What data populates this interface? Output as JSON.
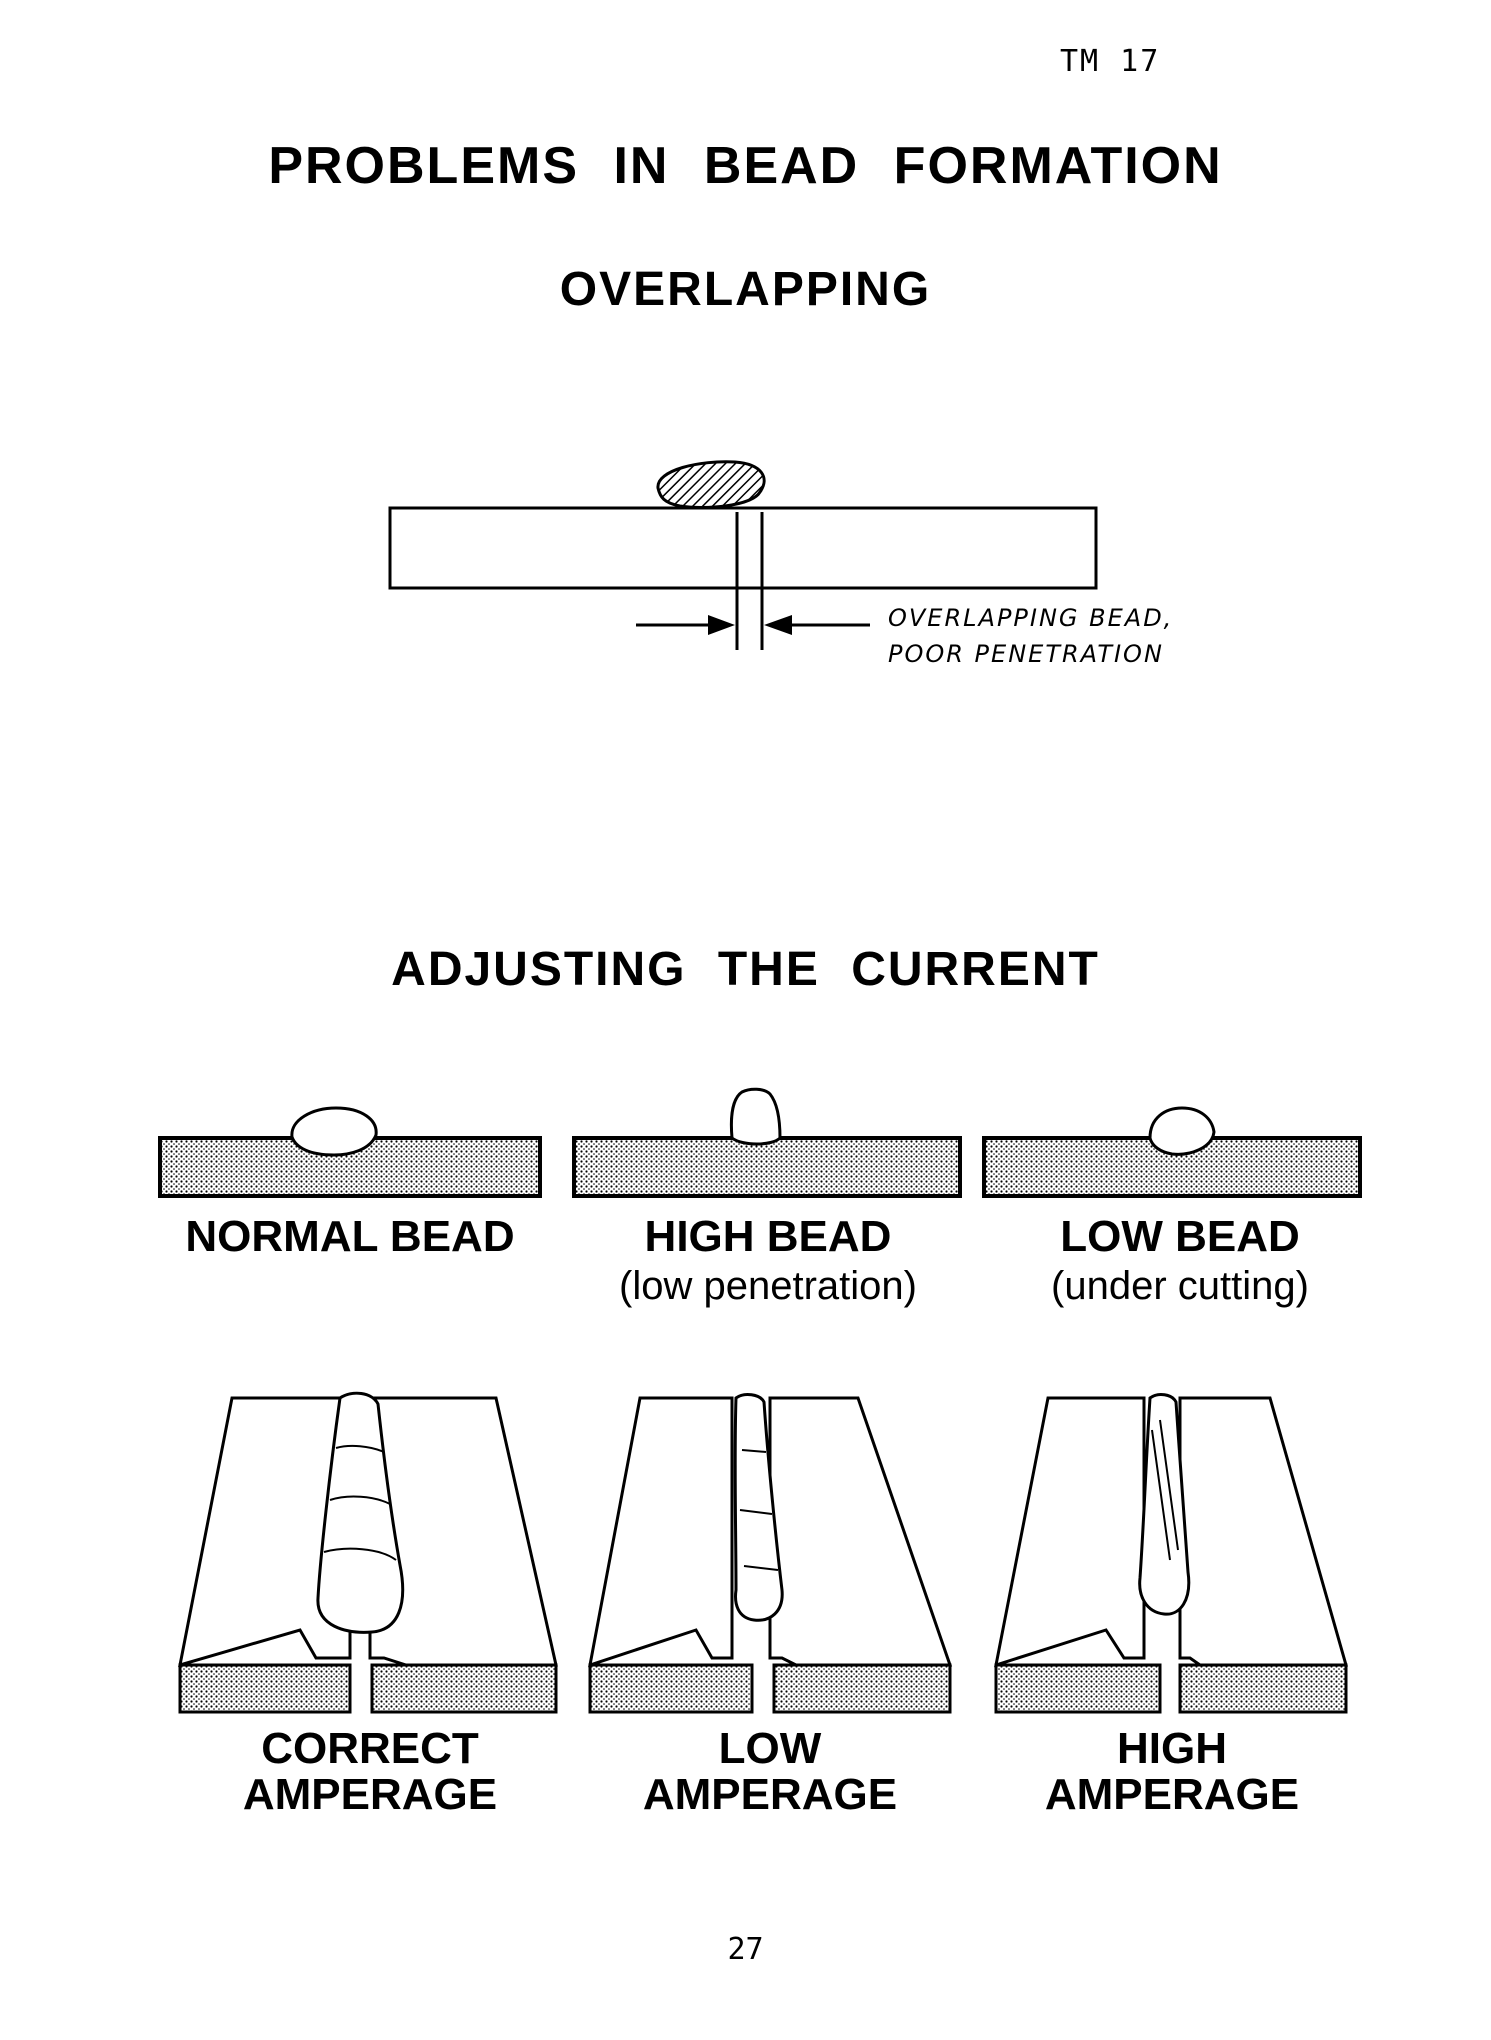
{
  "header": {
    "tm_number": "TM 17"
  },
  "page_title": "PROBLEMS IN BEAD FORMATION",
  "overlapping": {
    "title": "OVERLAPPING",
    "note_line1": "OVERLAPPING BEAD,",
    "note_line2": "POOR PENETRATION"
  },
  "current": {
    "title": "ADJUSTING THE CURRENT",
    "beads": [
      {
        "label": "NORMAL BEAD",
        "sub": ""
      },
      {
        "label": "HIGH BEAD",
        "sub": "(low penetration)"
      },
      {
        "label": "LOW BEAD",
        "sub": "(under cutting)"
      }
    ],
    "amperage": [
      {
        "line1": "CORRECT",
        "line2": "AMPERAGE"
      },
      {
        "line1": "LOW",
        "line2": "AMPERAGE"
      },
      {
        "line1": "HIGH",
        "line2": "AMPERAGE"
      }
    ]
  },
  "footer": {
    "page_number": "27"
  }
}
